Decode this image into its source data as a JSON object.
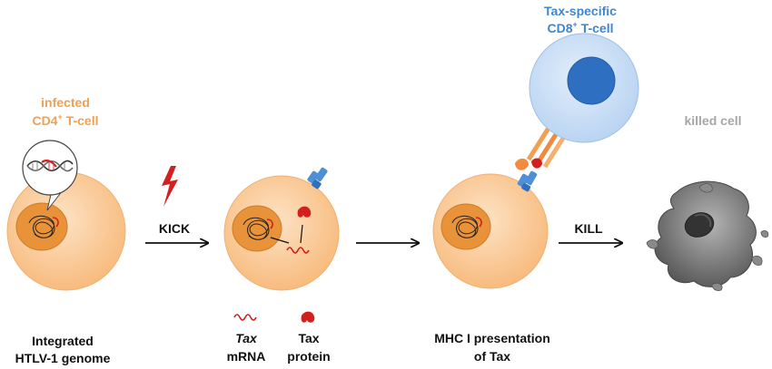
{
  "colors": {
    "cell_fill": "#f9c490",
    "cell_stroke": "#eda25a",
    "nucleus": "#e6933f",
    "infected_label": "#f0a050",
    "ctl_label": "#3f86d0",
    "ctl_fill": "#bcd7f4",
    "ctl_nucleus": "#2e6fc2",
    "killed_label": "#a6a6a6",
    "killed_fill": "#7b7b7b",
    "red": "#d41f1f",
    "arrow": "#111111"
  },
  "labels": {
    "infected_line1": "infected",
    "infected_line2_base": "CD4",
    "infected_line2_sup": "+",
    "infected_line2_rest": " T-cell",
    "tax_specific_line1": "Tax-specific",
    "tax_specific_line2_base": "CD8",
    "tax_specific_line2_sup": "+",
    "tax_specific_line2_rest": " T-cell",
    "killed": "killed cell",
    "kick": "KICK",
    "kill": "KILL",
    "integrated_line1": "Integrated",
    "integrated_line2": "HTLV-1 genome",
    "tax_mrna_line1": "Tax",
    "tax_mrna_line2": "mRNA",
    "tax_protein_line1": "Tax",
    "tax_protein_line2": "protein",
    "mhc_line1": "MHC I presentation",
    "mhc_line2": "of Tax"
  },
  "icons": [
    "lightning-icon",
    "dna-helix-icon",
    "mhc-receptor-icon",
    "tcr-receptor-icon",
    "tax-protein-icon",
    "mrna-icon"
  ]
}
